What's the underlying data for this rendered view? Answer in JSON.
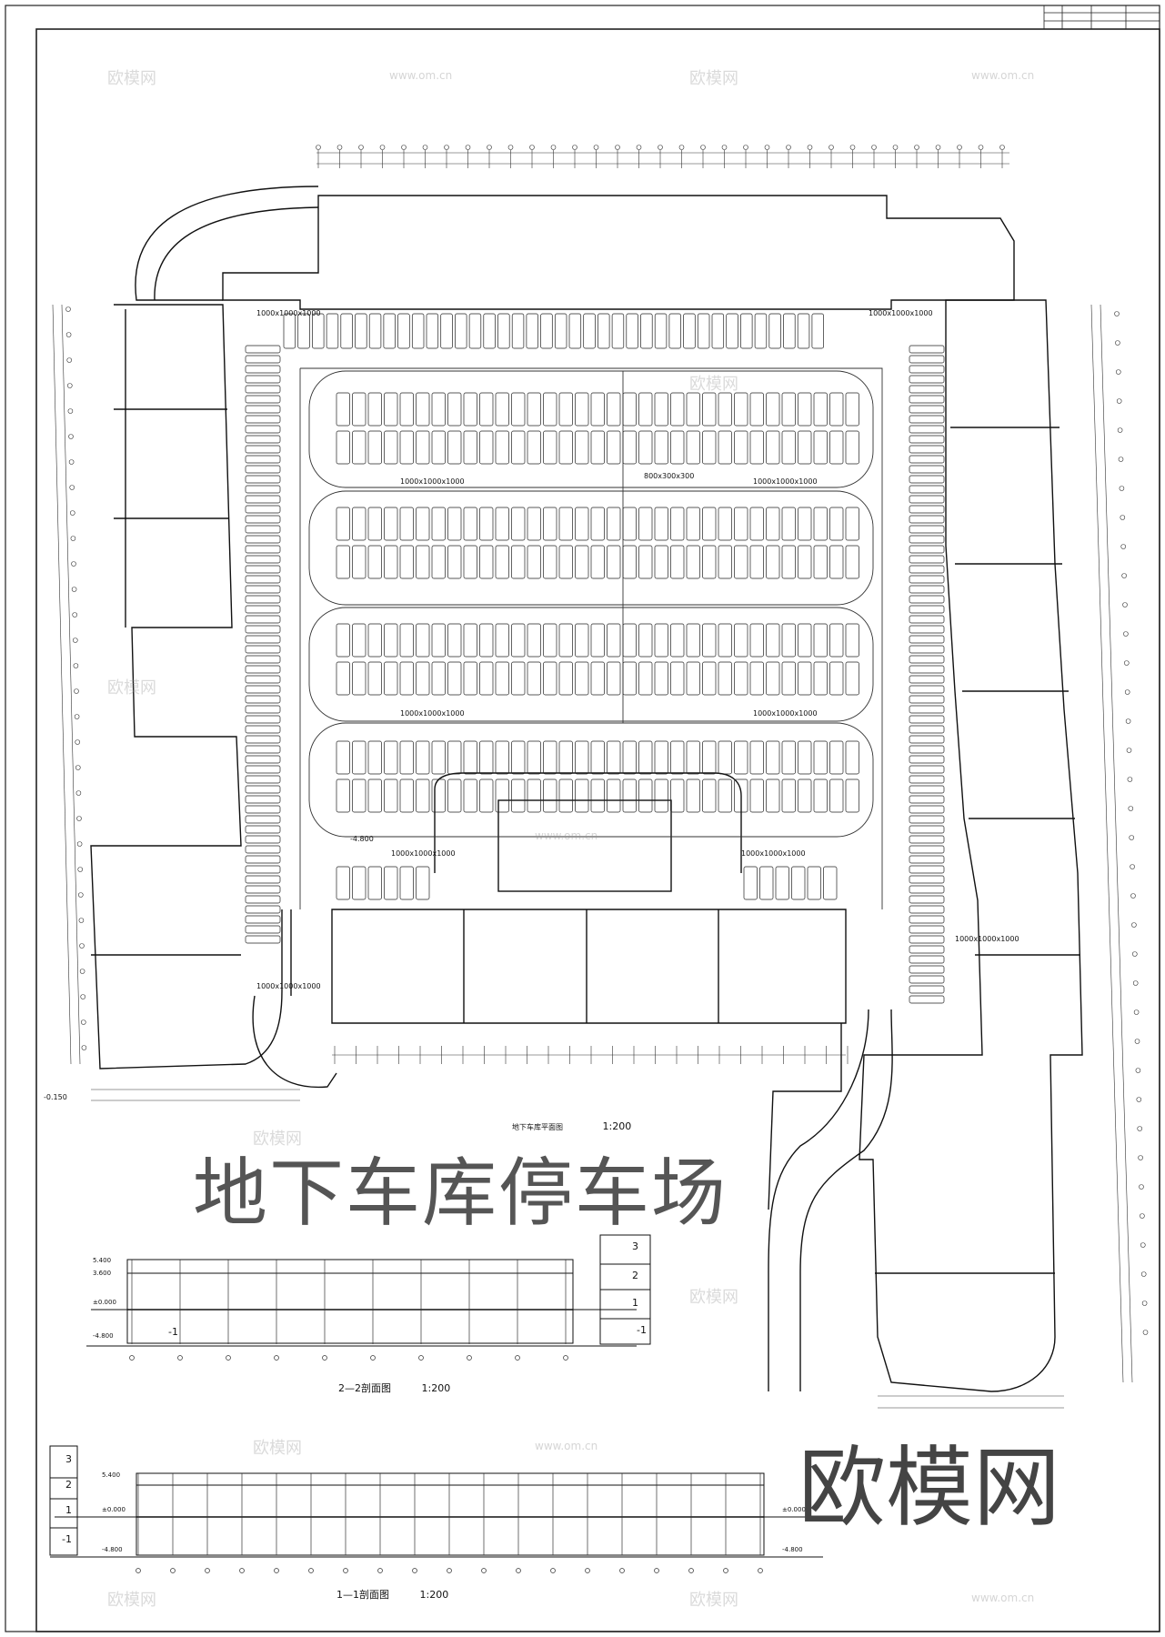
{
  "overlay": {
    "title": "地下车库停车场",
    "brand": "欧模网"
  },
  "captions": {
    "plan_label": "地下车库平面图",
    "plan_scale": "1:200",
    "section22_label": "2—2剖面图",
    "section22_scale": "1:200",
    "section11_label": "1—1剖面图",
    "section11_scale": "1:200"
  },
  "watermarks": {
    "logo": "欧模网",
    "url": "www.om.cn"
  },
  "annotations": {
    "vent_opening": "1000x1000x1000",
    "vent_opening_small": "800x300x300",
    "elevation_top": "5.400",
    "elevation_mid": "3.600",
    "elevation_zero": "±0.000",
    "elevation_low": "-4.800",
    "elevation_outside": "-0.150",
    "floor_levels": [
      "3",
      "2",
      "1",
      "-1"
    ]
  }
}
